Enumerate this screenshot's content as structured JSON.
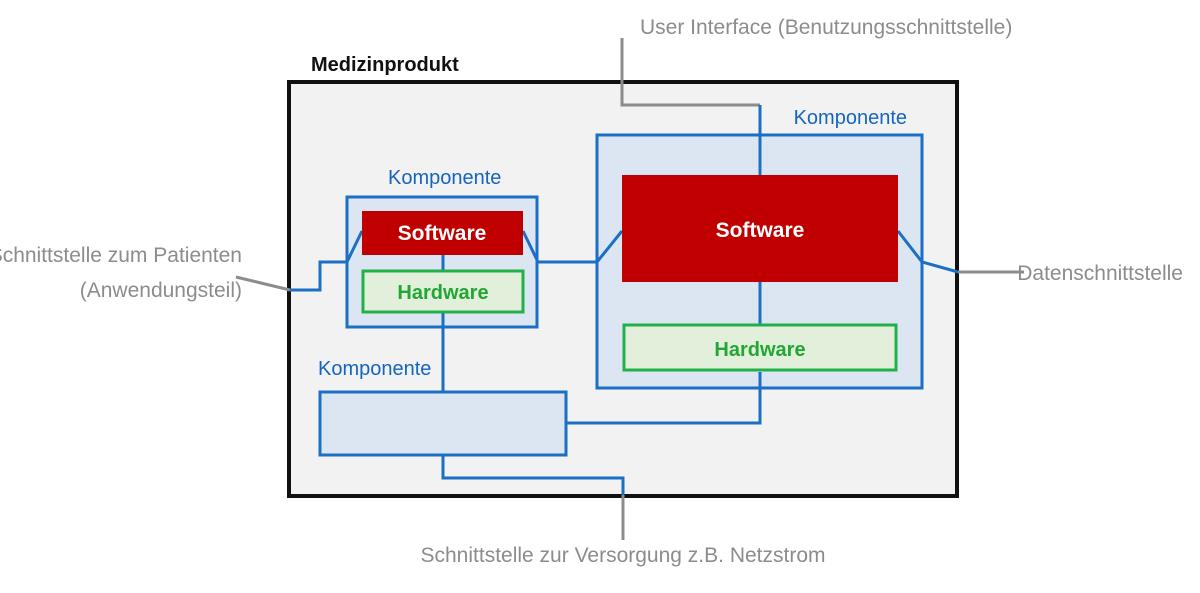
{
  "device": {
    "title": "Medizinprodukt"
  },
  "components": {
    "left": {
      "label": "Komponente",
      "software": "Software",
      "hardware": "Hardware"
    },
    "right": {
      "label": "Komponente",
      "software": "Software",
      "hardware": "Hardware"
    },
    "bottom": {
      "label": "Komponente"
    }
  },
  "interfaces": {
    "user_interface": "User Interface (Benutzungsschnittstelle)",
    "patient_line1": "Schnittstelle zum Patienten",
    "patient_line2": "(Anwendungsteil)",
    "data": "Datenschnittstelle",
    "supply": "Schnittstelle zur Versorgung z.B. Netzstrom"
  },
  "colors": {
    "device_border": "#111111",
    "device_fill": "#f2f2f2",
    "component_border": "#1b6fc4",
    "component_fill": "#dce6f2",
    "software_fill": "#c00000",
    "hardware_border": "#22b04a",
    "hardware_fill": "#e2efda",
    "interface_line": "#8c8c8c"
  }
}
